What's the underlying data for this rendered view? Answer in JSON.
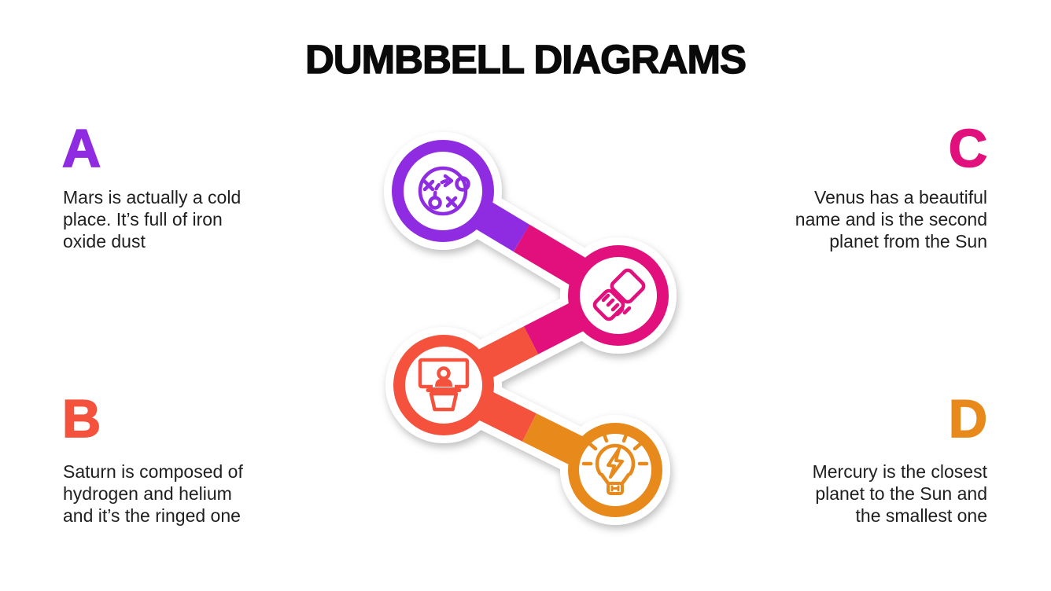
{
  "slide": {
    "title": "DUMBBELL DIAGRAMS"
  },
  "colors": {
    "purple": "#8F2BE0",
    "pink": "#E2107C",
    "coral": "#F4523D",
    "orange": "#E8891B",
    "text": "#1F1F1F",
    "title": "#0A0A0A",
    "background": "#FFFFFF"
  },
  "sections": [
    {
      "label": "A",
      "color": "purple",
      "lines": [
        "Mars is actually a cold",
        "place. It’s full of iron",
        "oxide dust"
      ]
    },
    {
      "label": "B",
      "color": "coral",
      "lines": [
        "Saturn is composed of",
        "hydrogen and helium",
        "and it’s the ringed one"
      ]
    },
    {
      "label": "C",
      "color": "pink",
      "lines": [
        "Venus has a beautiful",
        "name and is the second",
        "planet from the Sun"
      ]
    },
    {
      "label": "D",
      "color": "orange",
      "lines": [
        "Mercury is the closest",
        "planet to the Sun and",
        "the smallest one"
      ]
    }
  ],
  "diagram": {
    "nodes": [
      {
        "icon": "strategy-icon",
        "color": "purple"
      },
      {
        "icon": "handshake-icon",
        "color": "pink"
      },
      {
        "icon": "presentation-icon",
        "color": "coral"
      },
      {
        "icon": "lightbulb-icon",
        "color": "orange"
      }
    ]
  }
}
